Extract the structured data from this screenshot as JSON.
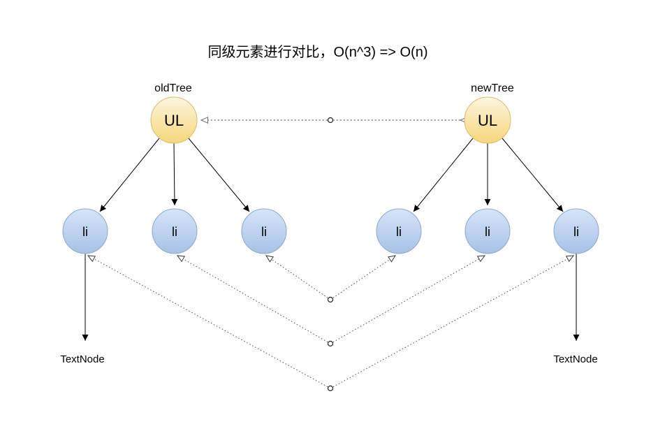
{
  "title": "同级元素进行对比，O(n^3) => O(n)",
  "trees": {
    "old": {
      "label": "oldTree",
      "root": "UL",
      "children": [
        "li",
        "li",
        "li"
      ],
      "leaf": "TextNode"
    },
    "new": {
      "label": "newTree",
      "root": "UL",
      "children": [
        "li",
        "li",
        "li"
      ],
      "leaf": "TextNode"
    }
  },
  "relations": {
    "root_compare": {
      "from": "oldTree.UL",
      "to": "newTree.UL",
      "style": "dashed-two-way"
    },
    "sibling_compares": [
      {
        "from": "oldTree.li3",
        "to": "newTree.li1"
      },
      {
        "from": "oldTree.li2",
        "to": "newTree.li2"
      },
      {
        "from": "oldTree.li1",
        "to": "newTree.li3"
      }
    ]
  },
  "colors": {
    "background": "#FFFFFF",
    "root_fill_top": "#FDF6DF",
    "root_fill_bottom": "#F5D77C",
    "root_border": "#D8BD6B",
    "child_fill_top": "#D7E4F7",
    "child_fill_bottom": "#A7C2E6",
    "child_border": "#8CA7CF",
    "solid_line": "#000000",
    "dashed_gray": "#7A7A7A",
    "dashed_dark": "#4A4A4A",
    "text": "#000000"
  }
}
